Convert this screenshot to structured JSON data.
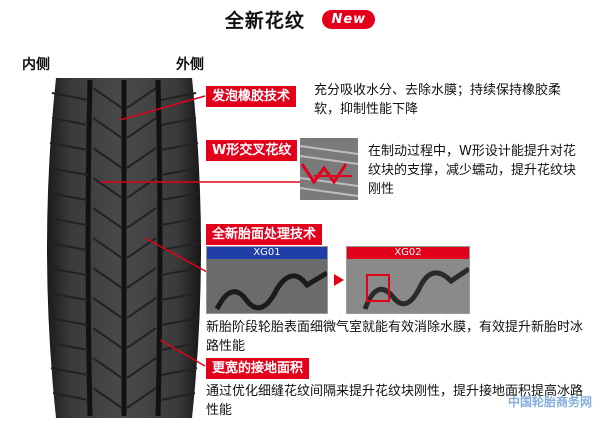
{
  "header": {
    "title": "全新花纹",
    "badge": "New"
  },
  "sides": {
    "inner": "内侧",
    "outer": "外侧"
  },
  "features": [
    {
      "tag": "发泡橡胶技术",
      "desc": "充分吸收水分、去除水膜；持续保持橡胶柔软，抑制性能下降"
    },
    {
      "tag": "W形交叉花纹",
      "desc": "在制动过程中，W形设计能提升对花纹块的支撑，减少蠕动，提升花纹块刚性"
    },
    {
      "tag": "全新胎面处理技术",
      "desc": "新胎阶段轮胎表面细微气室就能有效消除水膜，有效提升新胎时冰路性能",
      "compare": {
        "left_label": "XG01",
        "right_label": "XG02"
      }
    },
    {
      "tag": "更宽的接地面积",
      "desc": "通过优化细缝花纹间隔来提升花纹块刚性，提升接地面积提高冰路性能"
    }
  ],
  "watermark": "中国轮胎商务网",
  "colors": {
    "accent": "#e3001b",
    "xg01_bar": "#1f3ea8",
    "xg02_bar": "#e3001b"
  }
}
